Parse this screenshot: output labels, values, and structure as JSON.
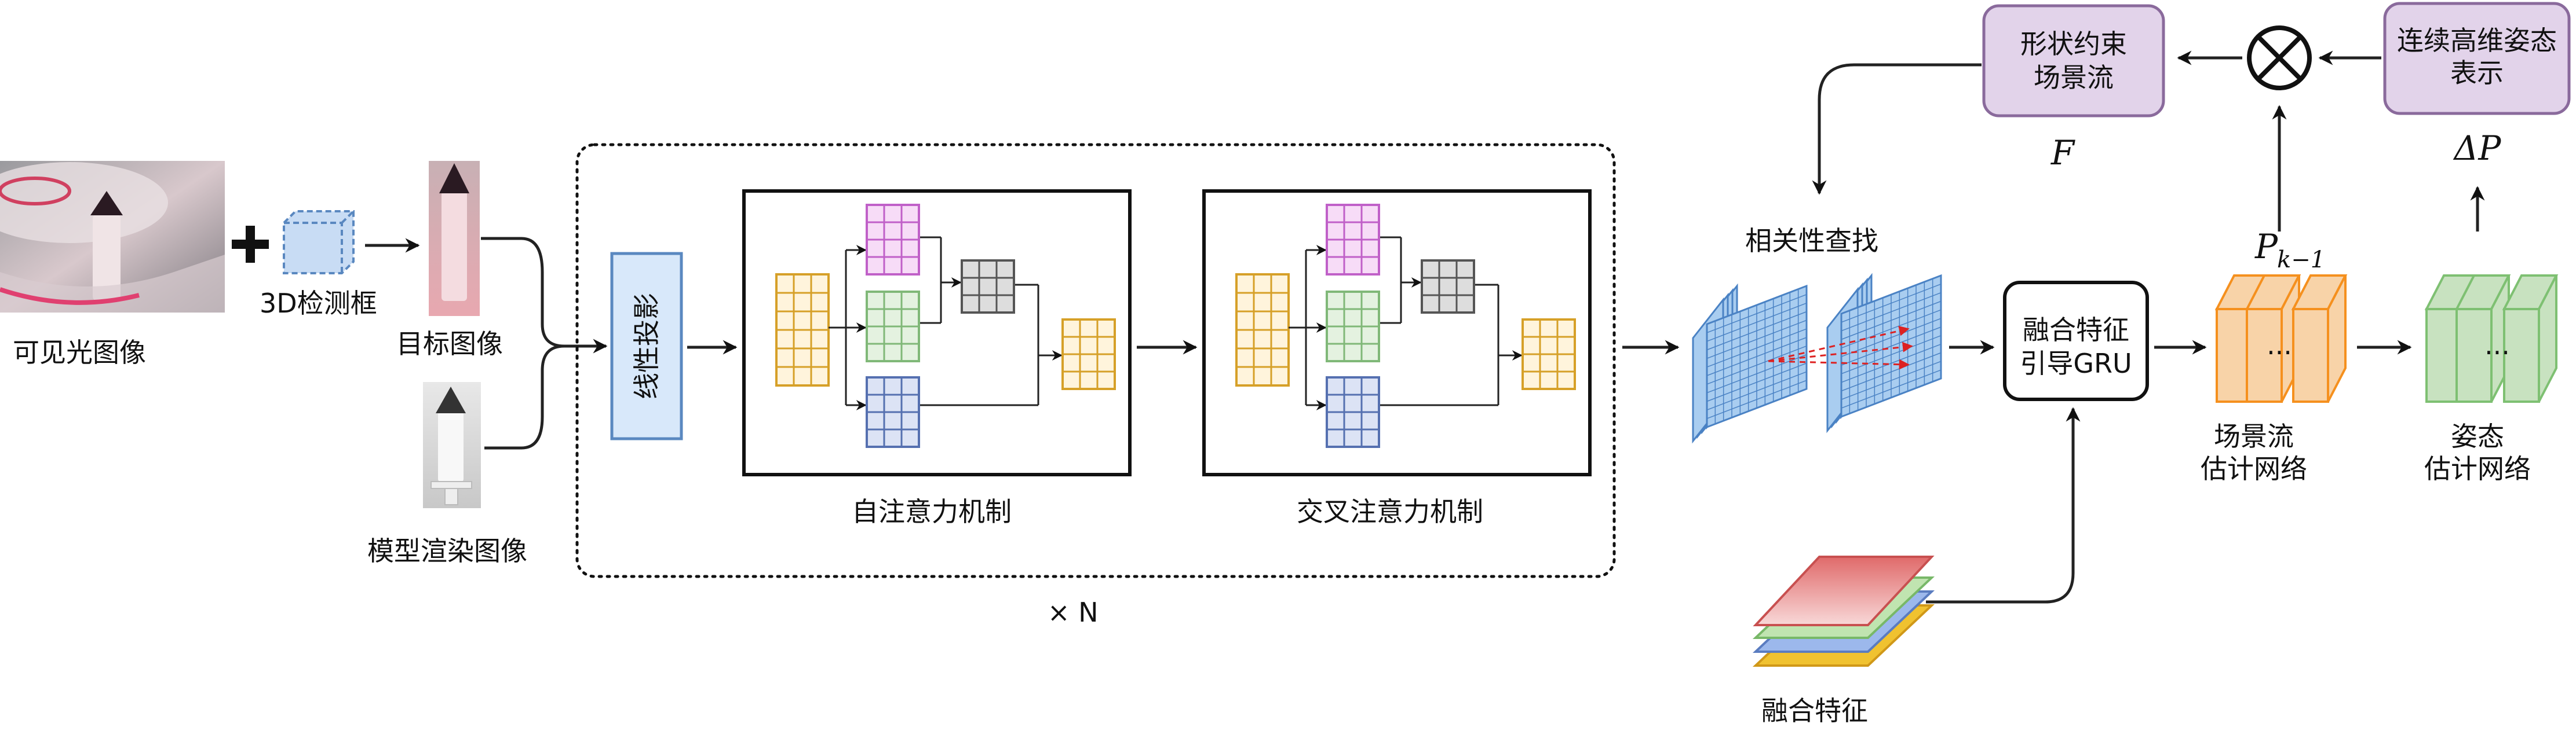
{
  "labels": {
    "visible_image": "可见光图像",
    "detection_box": "3D检测框",
    "target_image": "目标图像",
    "model_render_image": "模型渲染图像",
    "linear_projection": "线性投影",
    "self_attention": "自注意力机制",
    "cross_attention": "交叉注意力机制",
    "repeat": "× N",
    "correlation_lookup": "相关性查找",
    "fusion_gru_line1": "融合特征",
    "fusion_gru_line2": "引导GRU",
    "fused_features": "融合特征",
    "scene_flow_net_line1": "场景流",
    "scene_flow_net_line2": "估计网络",
    "pose_net_line1": "姿态",
    "pose_net_line2": "估计网络",
    "shape_constraint_line1": "形状约束",
    "shape_constraint_line2": "场景流",
    "continuous_pose_line1": "连续高维姿态",
    "continuous_pose_line2": "表示",
    "sym_F": "F",
    "sym_delta_P": "ΔP",
    "sym_P": "P",
    "sym_P_sub": "k−1",
    "ellipsis_scene": "···",
    "ellipsis_pose": "···"
  },
  "colors": {
    "yellow": "#d6a028",
    "yellow_fill": "#fff4dc",
    "pink": "#c060c8",
    "pink_fill": "#f7dcf7",
    "green": "#80b878",
    "green_fill": "#e4f2e0",
    "blue": "#5570b0",
    "blue_fill": "#dce3f5",
    "gray": "#555555",
    "gray_fill": "#dddddd",
    "purple_box": "#e2d3ea",
    "purple_border": "#8a6a9c",
    "proj_fill": "#d8e8fa",
    "proj_border": "#5a88c0",
    "orange_fill": "#f8d3a8",
    "orange_border": "#f5901e",
    "pose_green_fill": "#c8e2c0",
    "pose_green_border": "#7ec072",
    "cost_fill": "#a9cdf0",
    "cost_border": "#4a82c4"
  }
}
